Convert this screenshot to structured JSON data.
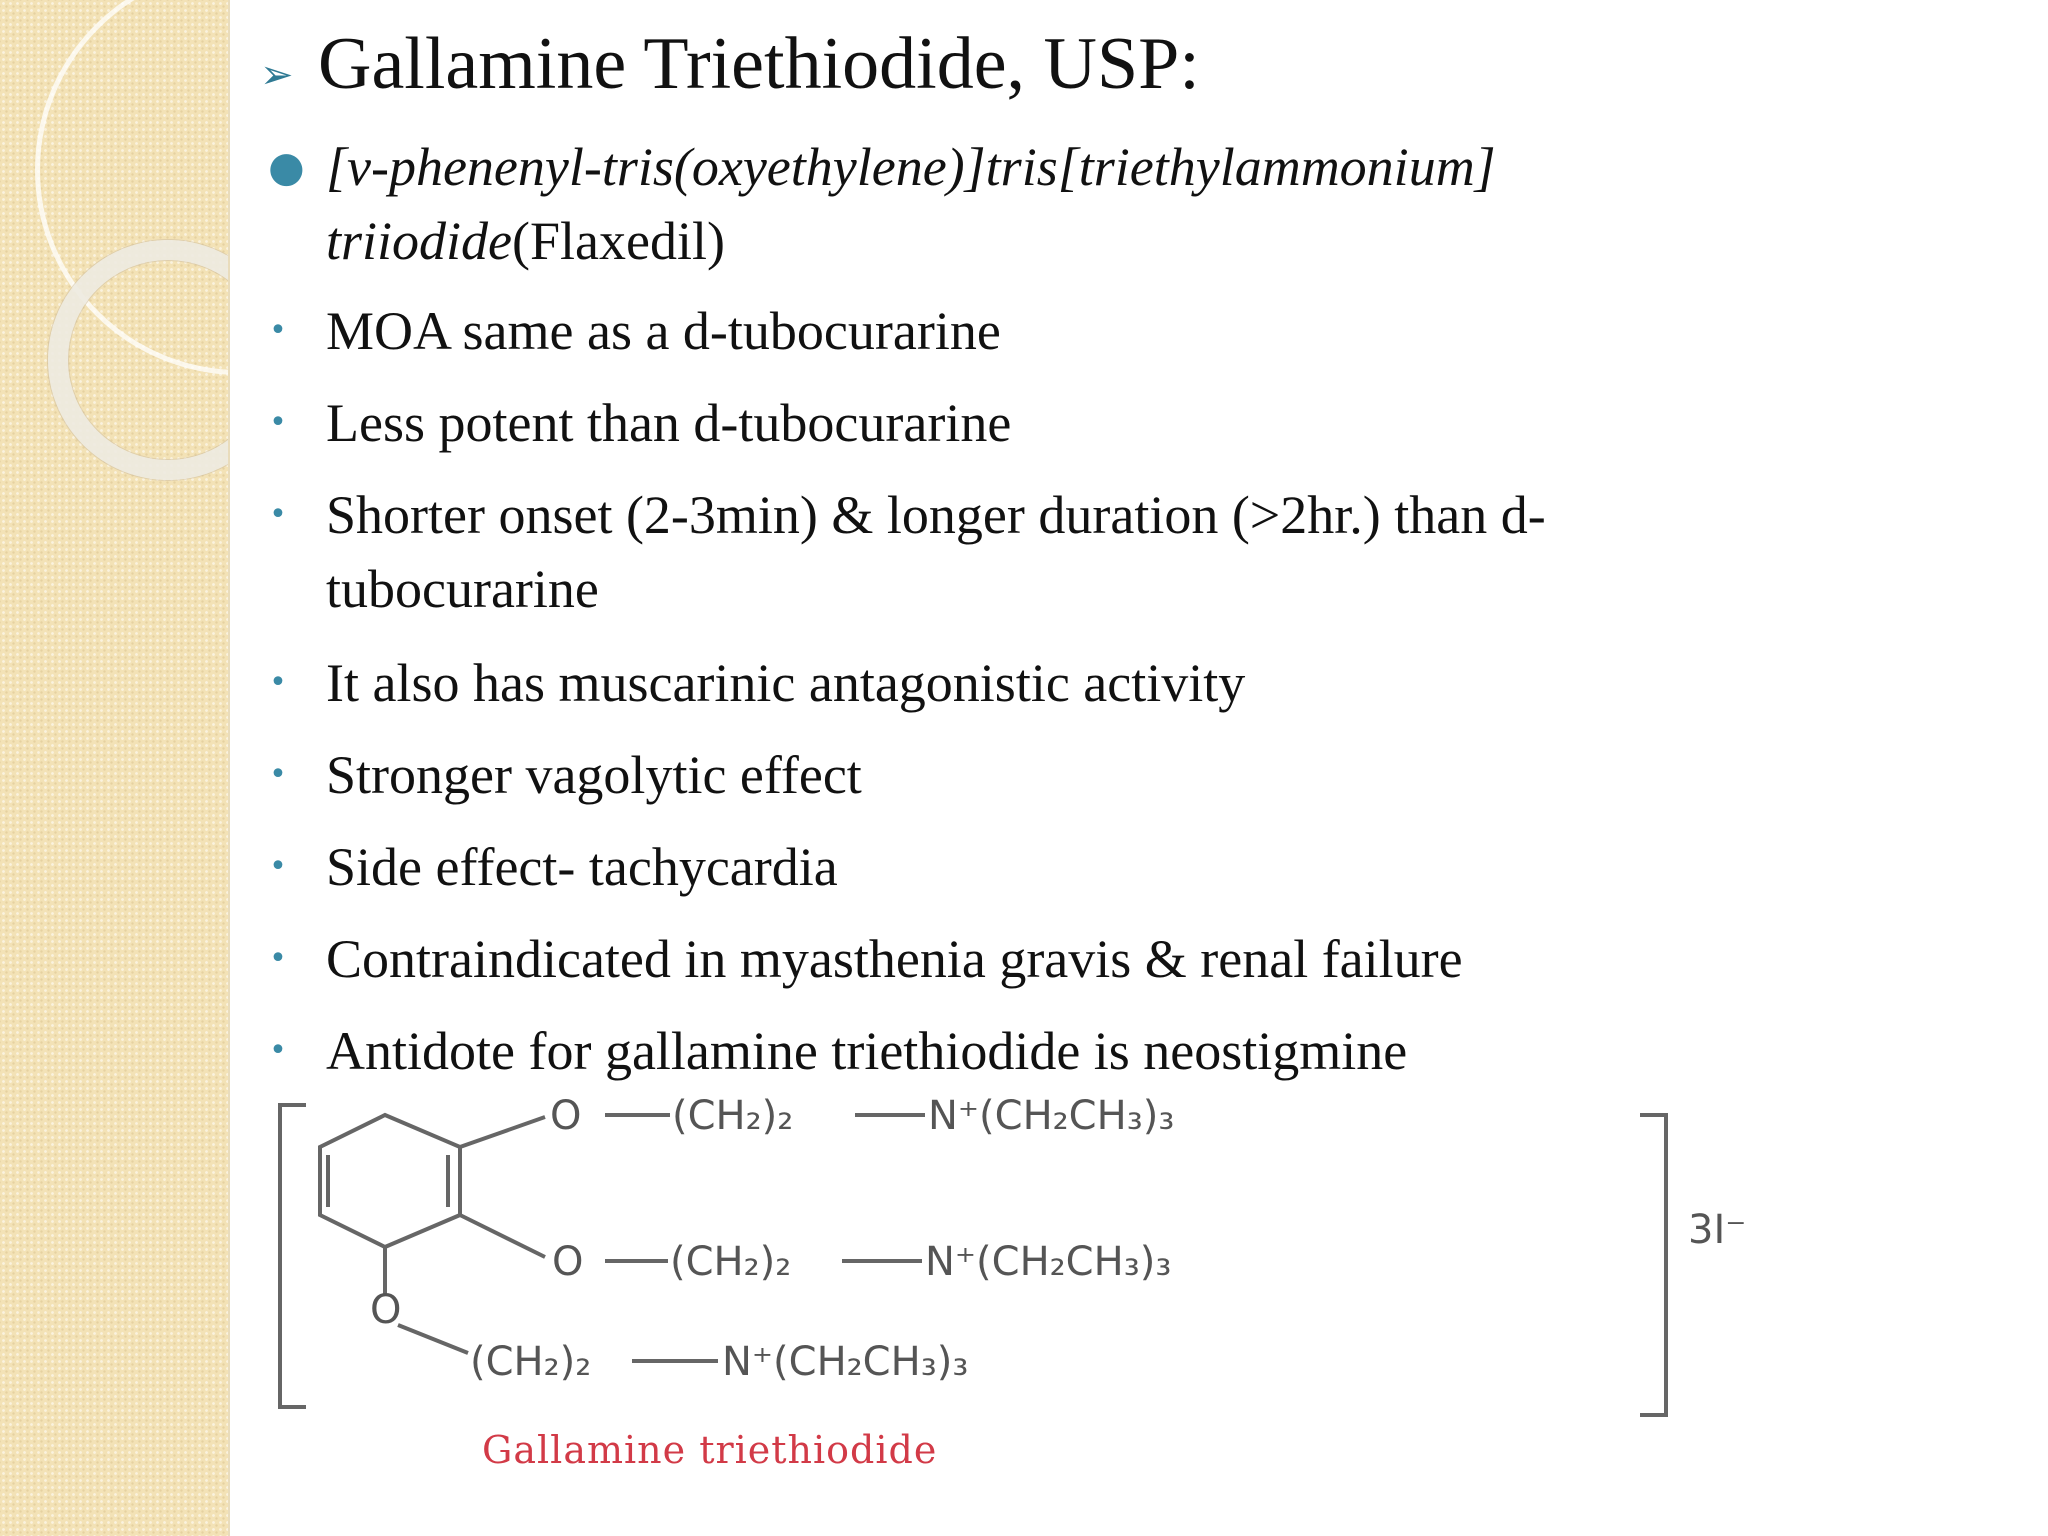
{
  "heading": {
    "marker": "➢",
    "text": "Gallamine Triethiodide, USP:"
  },
  "bullets": [
    {
      "marker": "●",
      "italic": "[v-phenenyl-tris(oxyethylene)]tris[triethylammonium] triiodide",
      "text": "(Flaxedil)"
    },
    {
      "marker": "•",
      "text": "MOA same as a d-tubocurarine"
    },
    {
      "marker": "•",
      "text": "Less potent than d-tubocurarine"
    },
    {
      "marker": "•",
      "text": "Shorter onset (2-3min) & longer duration (>2hr.) than d-tubocurarine"
    },
    {
      "marker": "•",
      "text": "It also has muscarinic antagonistic activity"
    },
    {
      "marker": "•",
      "text": "Stronger vagolytic effect"
    },
    {
      "marker": "•",
      "text": "Side effect- tachycardia"
    },
    {
      "marker": "•",
      "text": "Contraindicated in myasthenia gravis & renal failure"
    },
    {
      "marker": "•",
      "text": "Antidote for gallamine triethiodide is neostigmine"
    }
  ],
  "structure": {
    "oxygen": "O",
    "chain": "(CH₂)₂",
    "ammonium": "N⁺(CH₂CH₃)₃",
    "counter_ion": "3I⁻",
    "caption": "Gallamine triethiodide"
  },
  "colors": {
    "background": "#ffffff",
    "left_band": "#f3e2b6",
    "bullet": "#3a8aa6",
    "heading_arrow": "#2f7a94",
    "caption": "#d23a47",
    "structure": "#666666"
  }
}
